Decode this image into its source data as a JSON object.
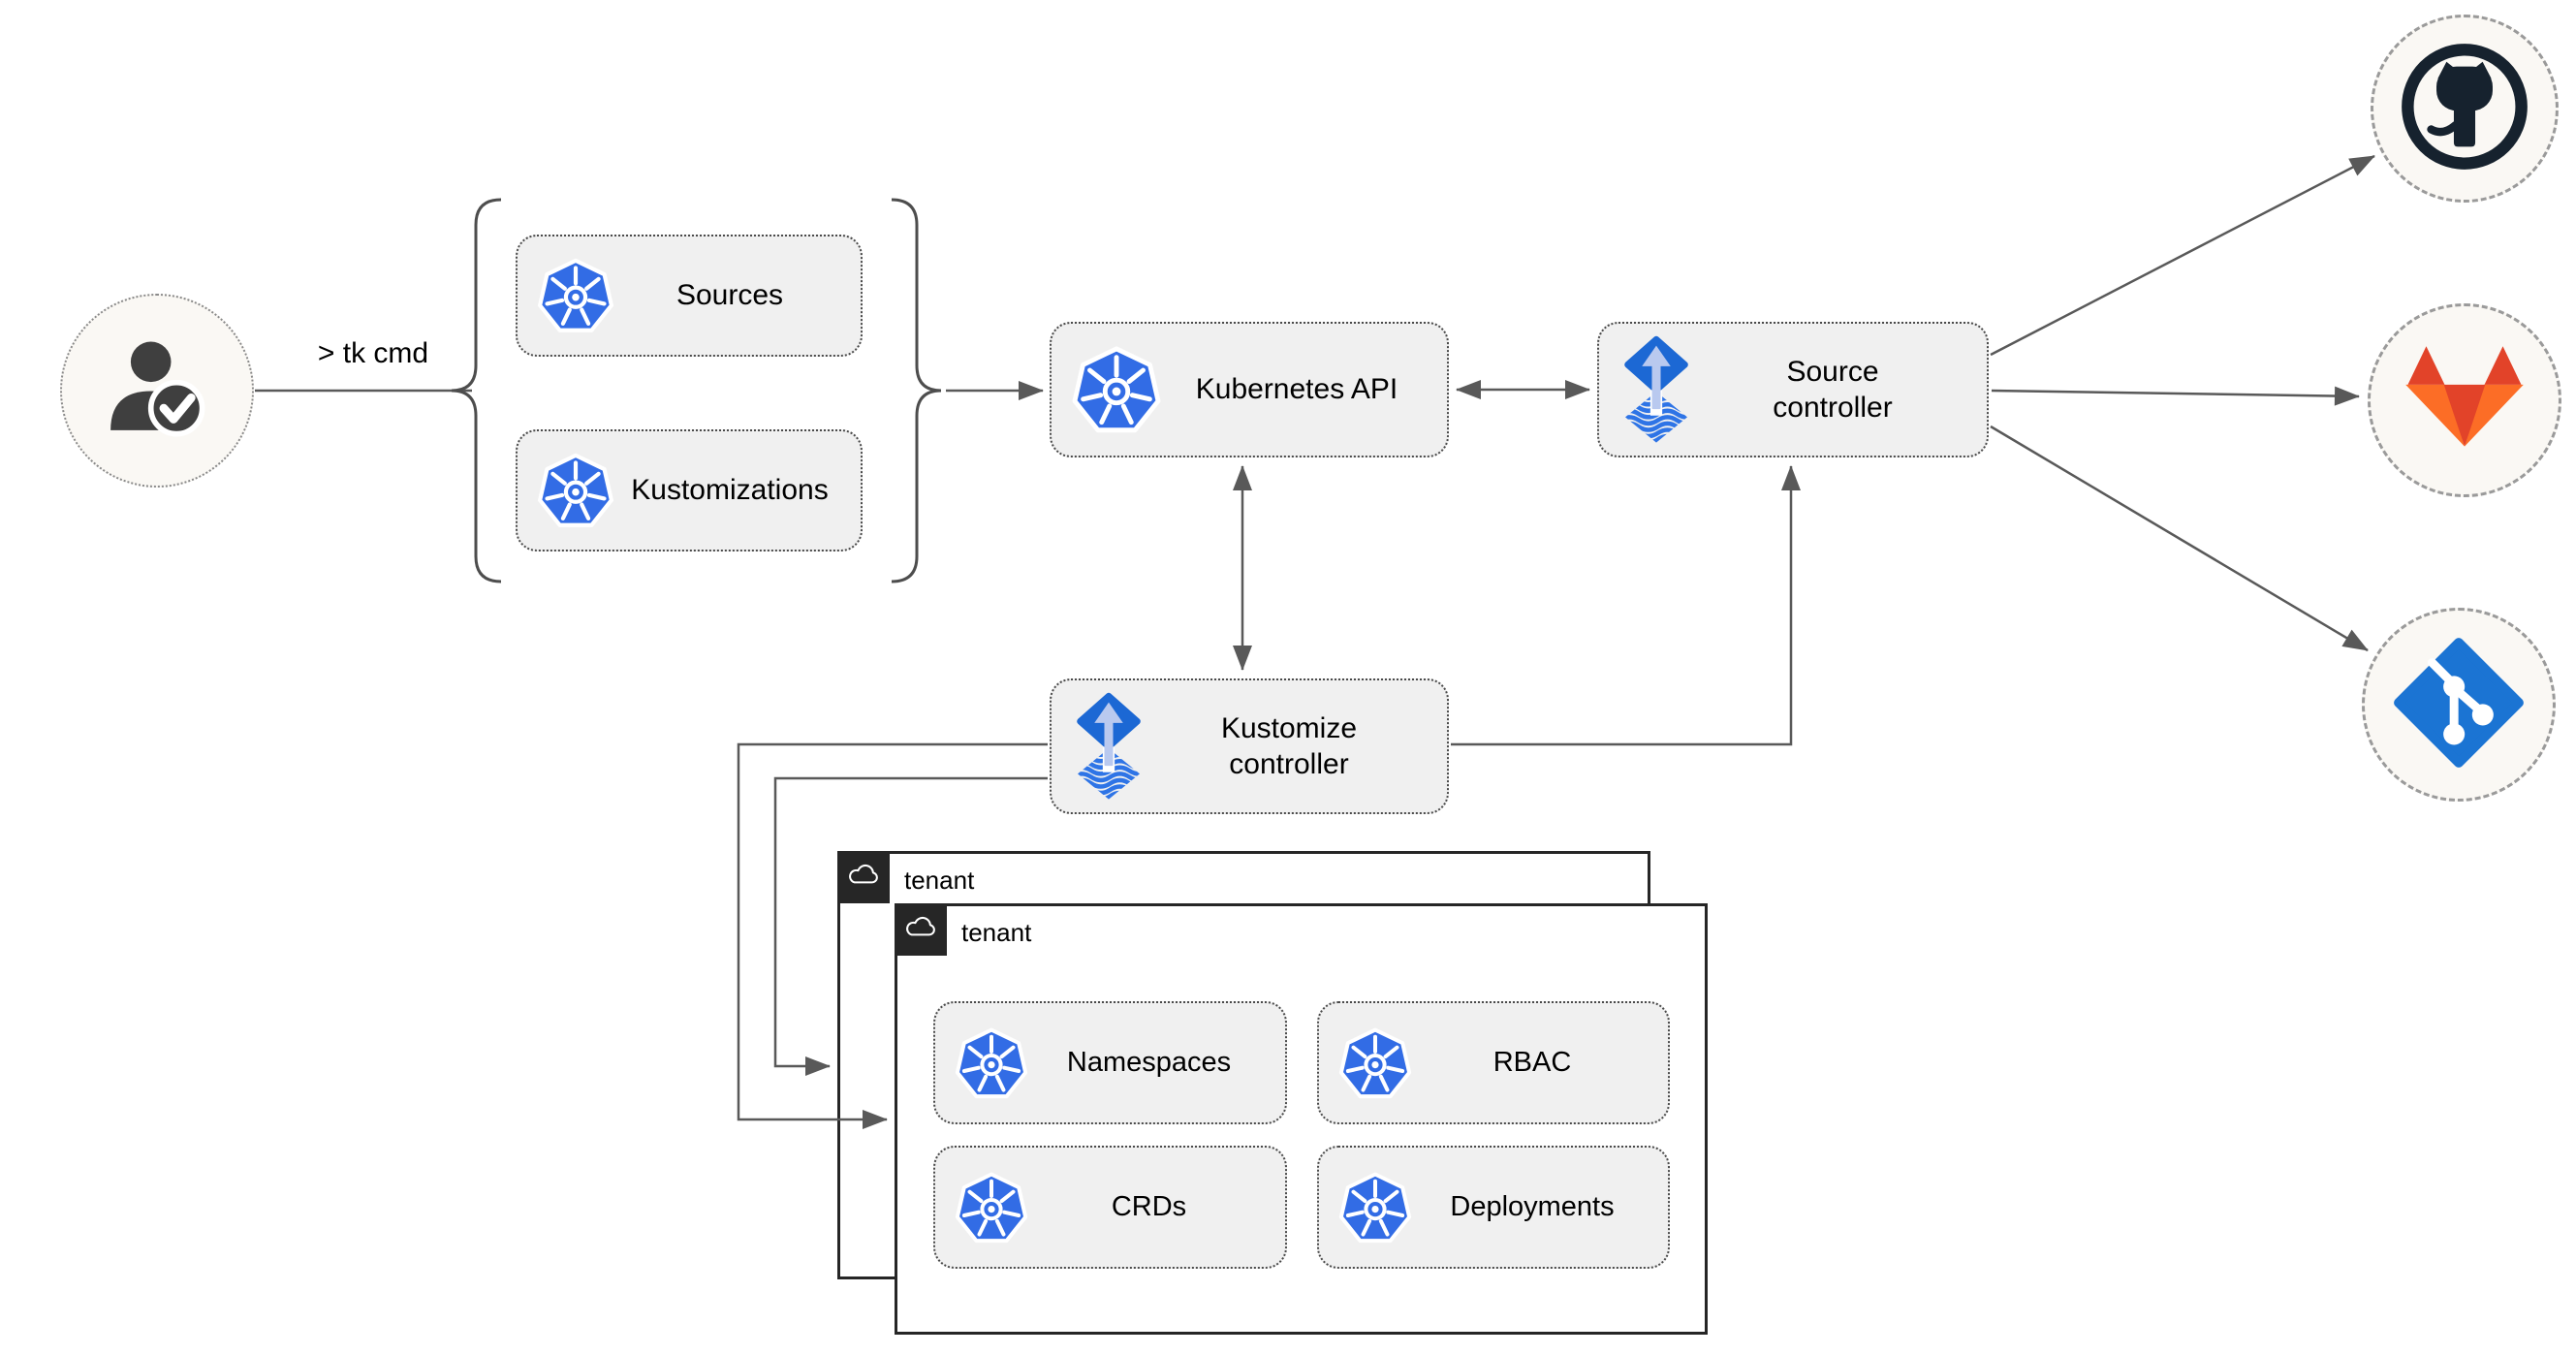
{
  "diagram": {
    "user": {
      "icon": "person-check-icon",
      "command_label": "> tk cmd"
    },
    "cli_group": {
      "items": [
        {
          "icon": "kubernetes-icon",
          "label": "Sources"
        },
        {
          "icon": "kubernetes-icon",
          "label": "Kustomizations"
        }
      ]
    },
    "nodes": {
      "kubernetes_api": {
        "icon": "kubernetes-icon",
        "label": "Kubernetes API"
      },
      "source_controller": {
        "icon": "flux-icon",
        "label": "Source controller"
      },
      "kustomize_controller": {
        "icon": "flux-icon",
        "label": "Kustomize controller"
      }
    },
    "remotes": [
      {
        "icon": "github-icon"
      },
      {
        "icon": "gitlab-icon"
      },
      {
        "icon": "git-icon"
      }
    ],
    "tenants": [
      {
        "icon": "cloud-icon",
        "label": "tenant"
      },
      {
        "icon": "cloud-icon",
        "label": "tenant"
      }
    ],
    "tenant_resources": [
      {
        "icon": "kubernetes-icon",
        "label": "Namespaces"
      },
      {
        "icon": "kubernetes-icon",
        "label": "RBAC"
      },
      {
        "icon": "kubernetes-icon",
        "label": "CRDs"
      },
      {
        "icon": "kubernetes-icon",
        "label": "Deployments"
      }
    ],
    "colors": {
      "kubernetes_blue": "#326ce5",
      "flux_blue": "#1c68d4",
      "flux_wave_blue": "#2e74e6",
      "flux_arrow_light": "#b9c9ef",
      "github_dark": "#16222e",
      "gitlab_red": "#e24329",
      "gitlab_orange": "#fc6d26",
      "git_blue": "#1b74d3",
      "node_fill": "#f0f0f0",
      "connector_gray": "#595959",
      "tenant_dark": "#262626"
    }
  }
}
